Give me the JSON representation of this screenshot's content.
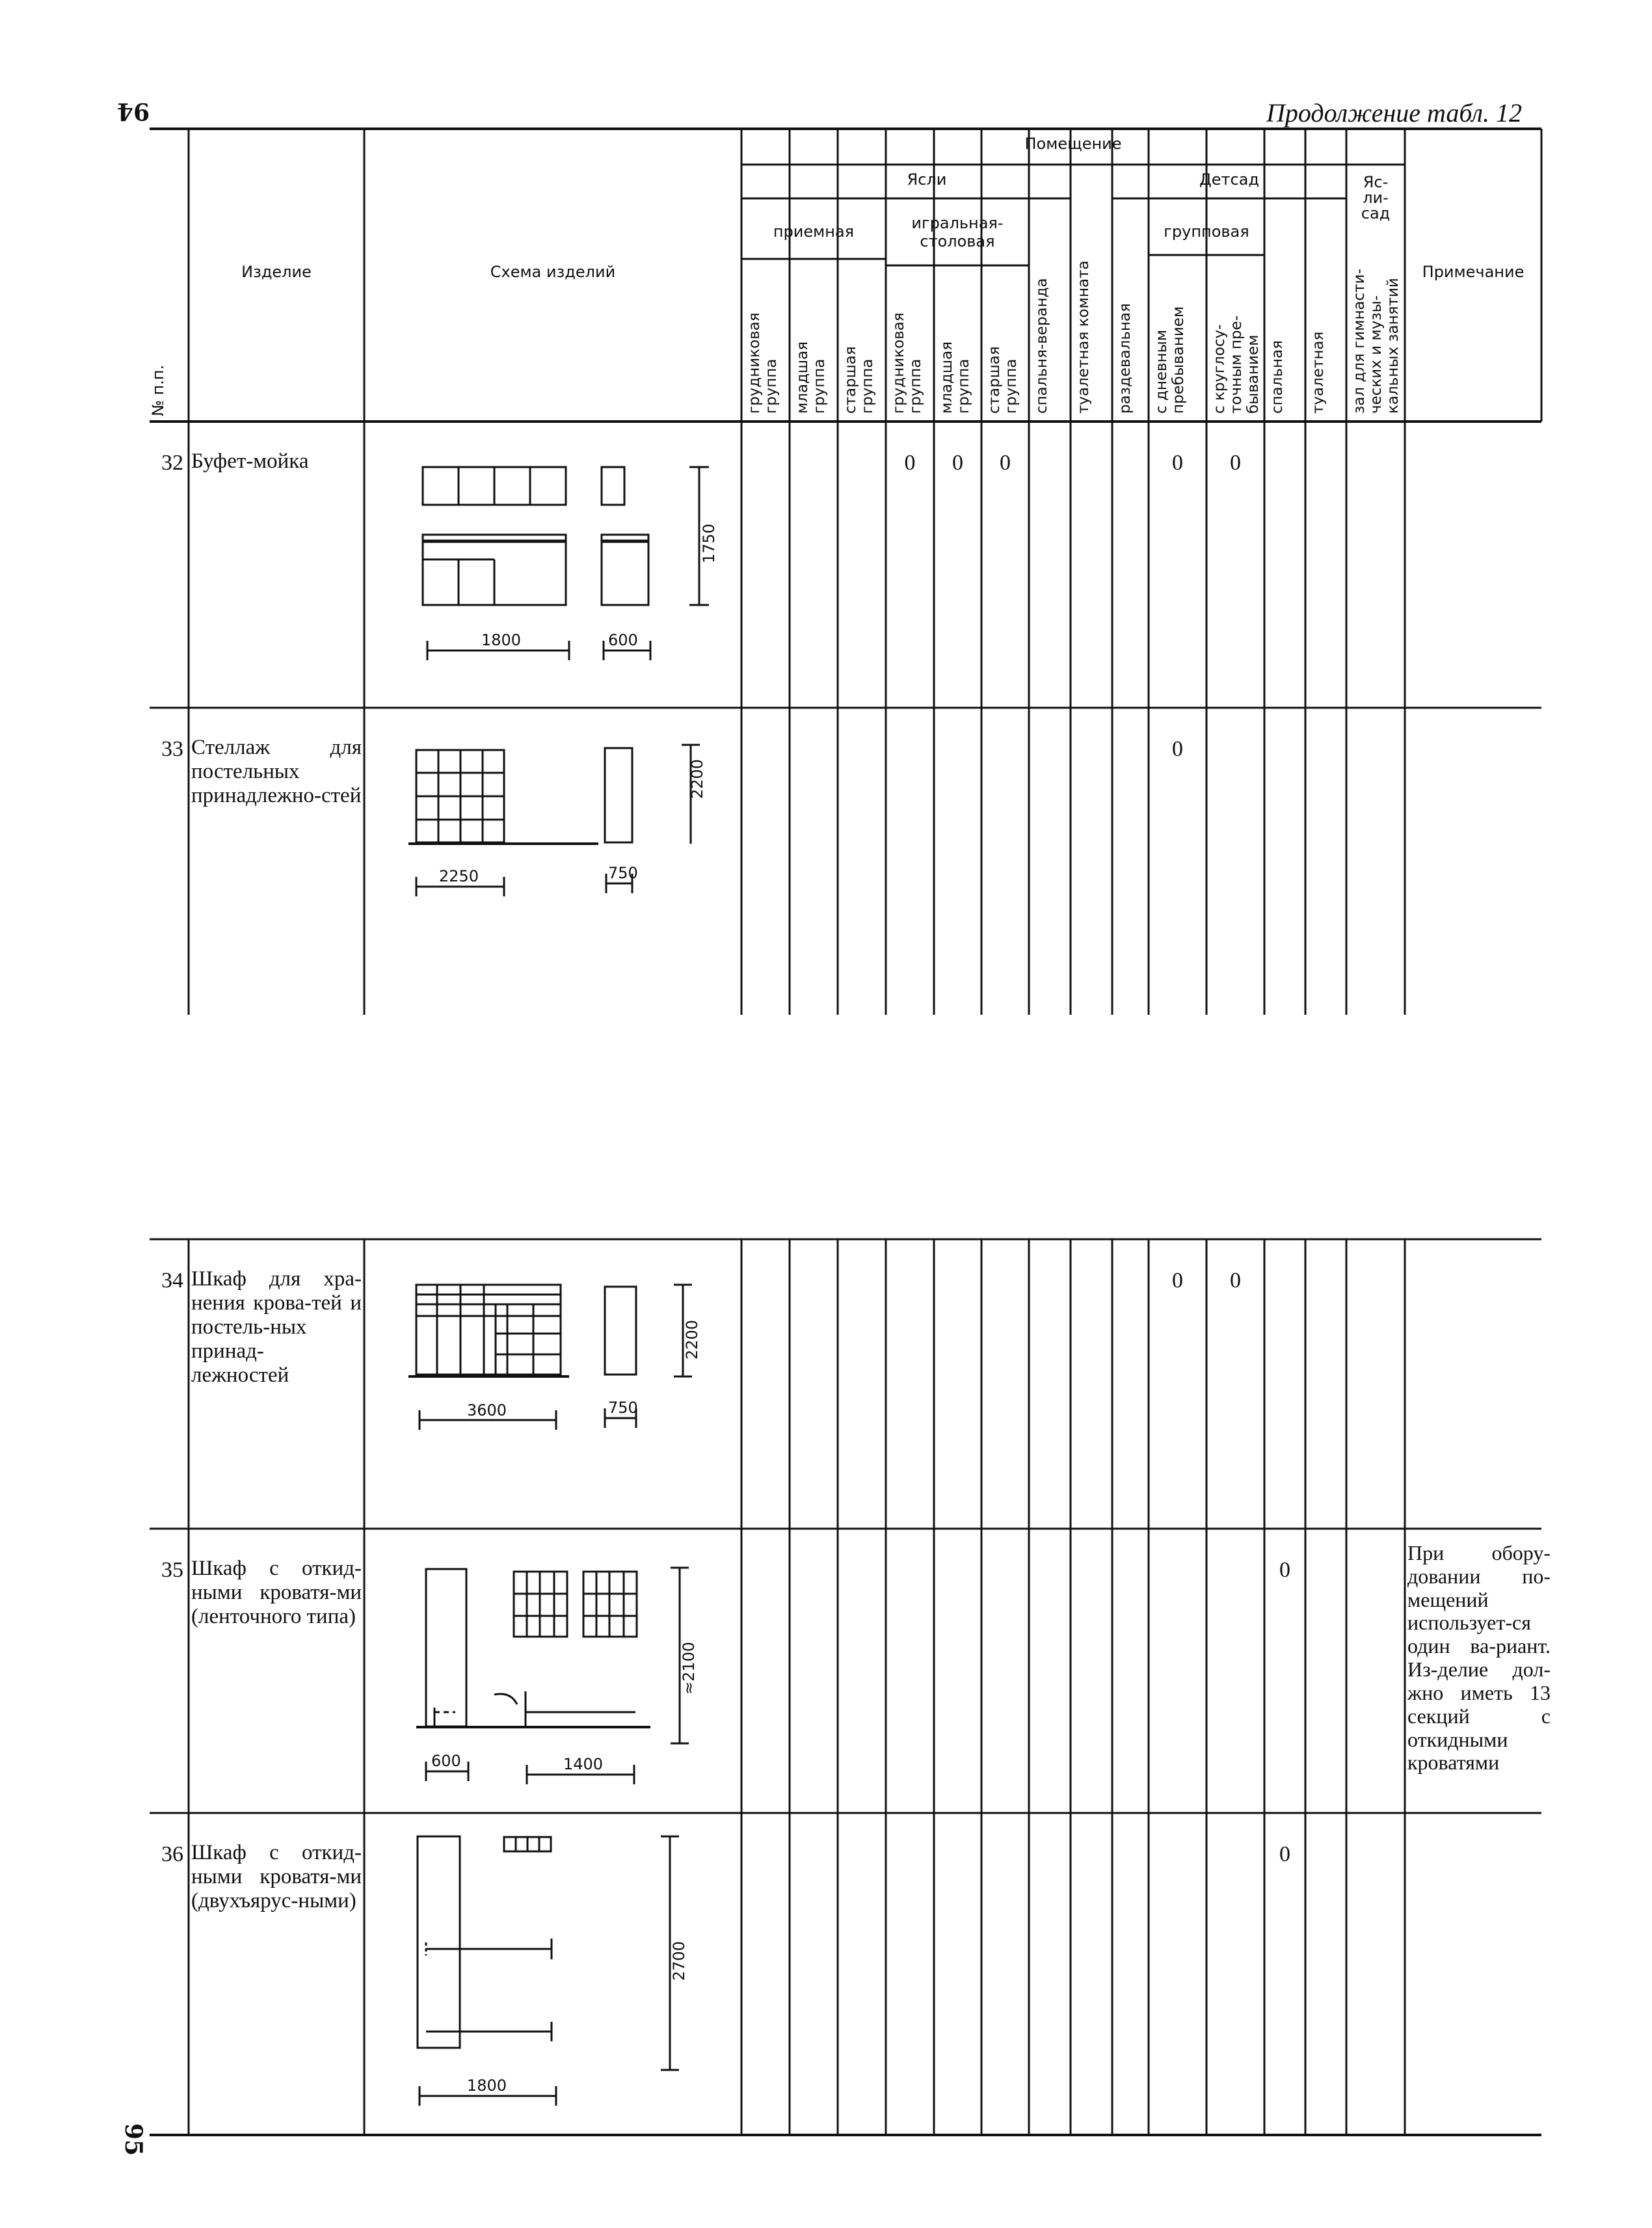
{
  "page": {
    "top_page_number": "94",
    "bottom_page_number": "95",
    "continuation": "Продолжение табл. 12"
  },
  "headers": {
    "number": "№ п.п.",
    "item": "Изделие",
    "scheme": "Схема изделий",
    "room": "Помещение",
    "yasli": "Ясли",
    "detsad": "Детсад",
    "yasli_sad": "Яс-\nли-\nсад",
    "priemnaya": "приемная",
    "igralnaya": "игральная-\nстоловая",
    "gruppovaya": "групповая",
    "note": "Примечание",
    "cols": [
      "грудниковая\nгруппа",
      "младшая\nгруппа",
      "старшая\nгруппа",
      "грудниковая\nгруппа",
      "младшая\nгруппа",
      "старшая\nгруппа",
      "спальня-веранда",
      "туалетная комната",
      "раздевальная",
      "с дневным\nпребыванием",
      "с круглосу-\nточным пре-\nбыванием",
      "спальная",
      "туалетная",
      "зал для гимнасти-\nческих и музы-\nкальных занятий"
    ]
  },
  "rows": [
    {
      "number": "32",
      "name": "Буфет-мойка",
      "marks": [
        {
          "col": 3,
          "text": "0"
        },
        {
          "col": 4,
          "text": "0"
        },
        {
          "col": 5,
          "text": "0"
        },
        {
          "col": 9,
          "text": "0"
        },
        {
          "col": 10,
          "text": "0"
        }
      ],
      "dims": [
        "1750",
        "1800",
        "600"
      ],
      "note": ""
    },
    {
      "number": "33",
      "name": "Стеллаж для постельных принадлежно-стей",
      "marks": [
        {
          "col": 9,
          "text": "0"
        }
      ],
      "dims": [
        "2200",
        "2250",
        "750"
      ],
      "note": ""
    },
    {
      "number": "34",
      "name": "Шкаф для хра-нения крова-тей и постель-ных принад-лежностей",
      "marks": [
        {
          "col": 9,
          "text": "0"
        },
        {
          "col": 10,
          "text": "0"
        }
      ],
      "dims": [
        "2200",
        "3600",
        "750"
      ],
      "note": ""
    },
    {
      "number": "35",
      "name": "Шкаф с откид-ными кроватя-ми (ленточного типа)",
      "marks": [
        {
          "col": 11,
          "text": "0"
        }
      ],
      "dims": [
        "≈2100",
        "600",
        "1400"
      ],
      "note": "При обору-довании по-мещений использует-ся один ва-риант. Из-делие дол-жно иметь 13 секций с откидными кроватями"
    },
    {
      "number": "36",
      "name": "Шкаф с откид-ными кроватя-ми (двухъярус-ными)",
      "marks": [
        {
          "col": 11,
          "text": "0"
        }
      ],
      "dims": [
        "2700",
        "1800"
      ],
      "note": ""
    }
  ]
}
